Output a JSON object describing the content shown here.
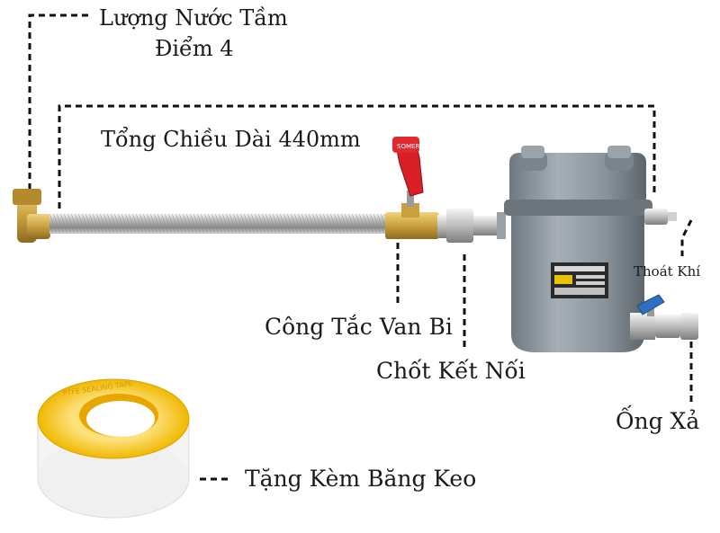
{
  "labels": {
    "water_amount_line1": "Lượng Nước Tầm",
    "water_amount_line2": "Điểm 4",
    "total_length": "Tổng Chiều Dài 440mm",
    "air_vent": "Thoát Khí",
    "ball_valve_switch": "Công Tắc Van Bi",
    "connector_pin": "Chốt Kết Nối",
    "drain_pipe": "Ống Xả",
    "free_tape_gift": "Tặng Kèm Băng Keo"
  },
  "colors": {
    "valve_handle": "#d81f26",
    "brass": "#c9a040",
    "trap_body": "#8a939c",
    "tape_core": "#f6c21a",
    "tape_white": "#f4f4f4",
    "drain_valve_handle": "#2f6fbf"
  }
}
